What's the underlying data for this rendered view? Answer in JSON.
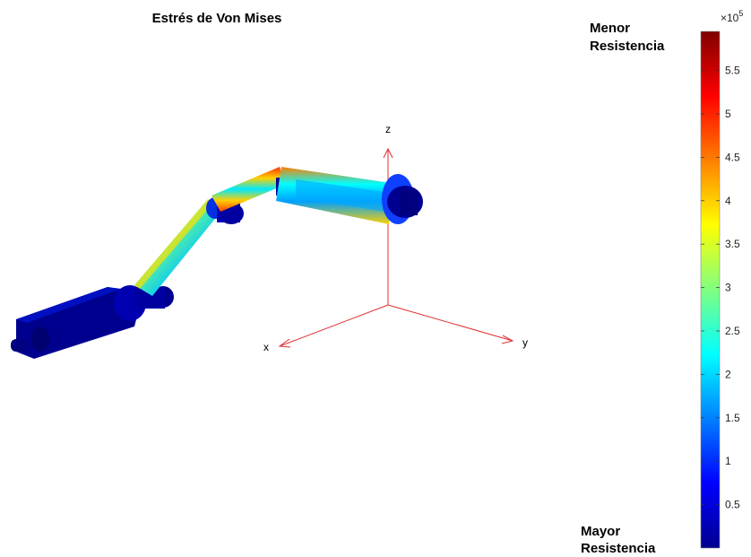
{
  "figure": {
    "title": "Estrés de Von Mises",
    "axes": {
      "x_label": "x",
      "y_label": "y",
      "z_label": "z"
    },
    "axis_color": "#e03030"
  },
  "colorbar": {
    "top_label_line1": "Menor",
    "top_label_line2": "Resistencia",
    "bottom_label_line1": "Mayor",
    "bottom_label_line2": "Resistencia",
    "multiplier": "×10",
    "exponent": "5",
    "ticks": [
      "0.5",
      "1",
      "1.5",
      "2",
      "2.5",
      "3",
      "3.5",
      "4",
      "4.5",
      "5",
      "5.5"
    ],
    "tick_values": [
      0.5,
      1,
      1.5,
      2,
      2.5,
      3,
      3.5,
      4,
      4.5,
      5,
      5.5
    ],
    "range": [
      0,
      5.95
    ],
    "colormap": "jet"
  }
}
